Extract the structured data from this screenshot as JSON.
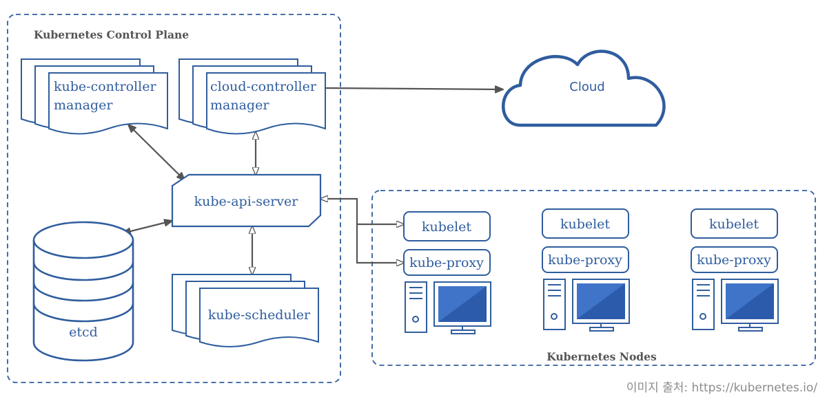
{
  "groups": {
    "control_plane": "Kubernetes Control Plane",
    "nodes": "Kubernetes Nodes"
  },
  "components": {
    "kube_controller_manager": [
      "kube-controller",
      "manager"
    ],
    "cloud_controller_manager": [
      "cloud-controller",
      "manager"
    ],
    "kube_api_server": "kube-api-server",
    "etcd": "etcd",
    "kube_scheduler": "kube-scheduler",
    "cloud": "Cloud"
  },
  "nodes": [
    {
      "kubelet": "kubelet",
      "kube_proxy": "kube-proxy"
    },
    {
      "kubelet": "kubelet",
      "kube_proxy": "kube-proxy"
    },
    {
      "kubelet": "kubelet",
      "kube_proxy": "kube-proxy"
    }
  ],
  "credit": "이미지 출처: https://kubernetes.io/",
  "colors": {
    "stroke": "#2f5d9e",
    "text": "#2f5d9e",
    "connector": "#555555",
    "screen": "#3f74c8",
    "group_border": "#2f5d9e"
  }
}
